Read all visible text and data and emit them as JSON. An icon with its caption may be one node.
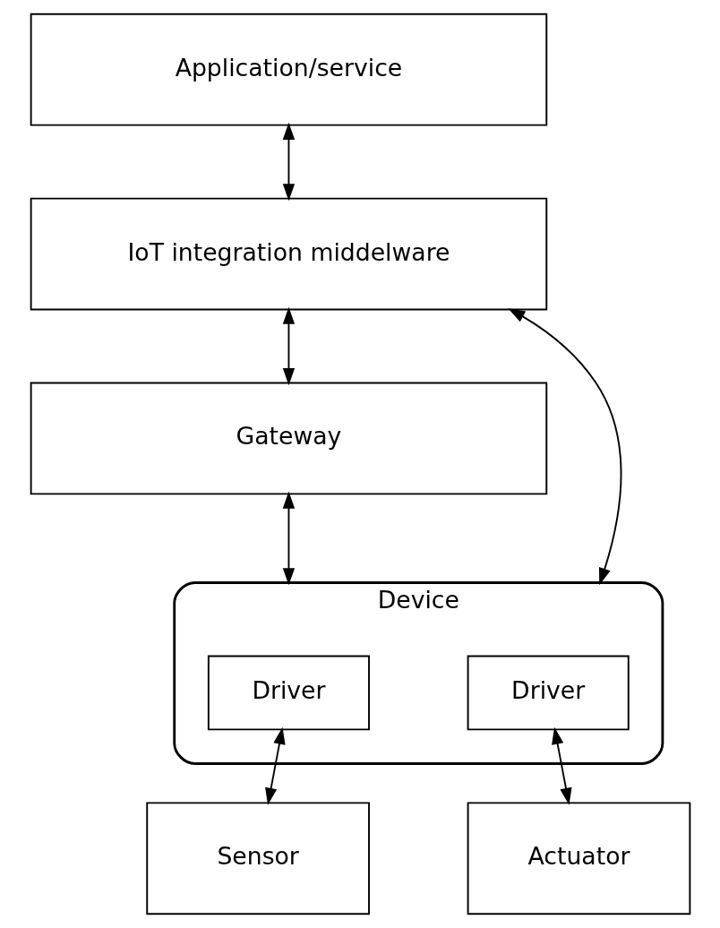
{
  "diagram": {
    "nodes": [
      {
        "text": [
          "Application/service"
        ]
      },
      {
        "text": [
          "IoT integration middelware"
        ]
      },
      {
        "text": [
          "Gateway"
        ]
      },
      {
        "text": [
          "Device"
        ]
      },
      {
        "text": [
          "Driver"
        ],
        "in": 3
      },
      {
        "text": [
          "Driver"
        ],
        "in": 3
      },
      {
        "text": [
          "Sensor"
        ]
      },
      {
        "text": [
          "Actuator"
        ]
      }
    ],
    "edges": [
      {
        "from": 0,
        "to": 1,
        "arrow": "both"
      },
      {
        "from": 1,
        "to": 2,
        "arrow": "both"
      },
      {
        "from": 2,
        "to": 3,
        "arrow": "both"
      },
      {
        "from": 1,
        "to": 3,
        "arrow": "both"
      },
      {
        "from": 4,
        "to": 6,
        "arrow": "both"
      },
      {
        "from": 5,
        "to": 7,
        "arrow": "both"
      }
    ]
  }
}
